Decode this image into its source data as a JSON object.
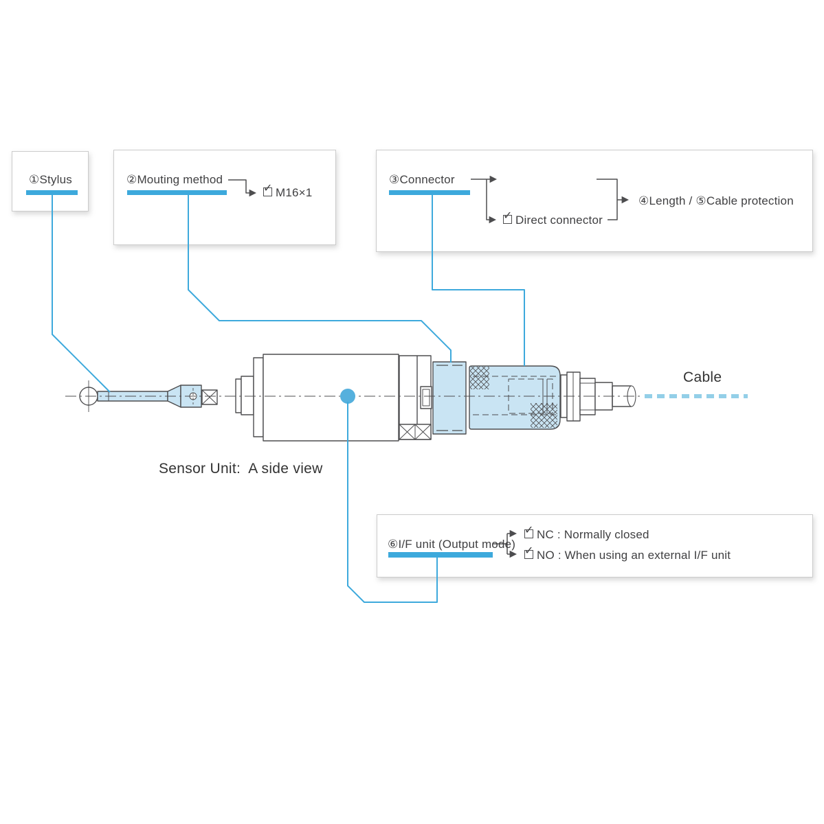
{
  "colors": {
    "accent": "#3da9dc",
    "part_fill": "#c9e4f3",
    "cable_dash": "#93cfe8",
    "dot": "#55b0dd",
    "line": "#4d4d4f",
    "text": "#3f3f41"
  },
  "icons": {
    "check": "✓"
  },
  "callouts": {
    "stylus": {
      "label": "①Stylus"
    },
    "mounting": {
      "label": "②Mouting method",
      "option": "M16×1"
    },
    "connector": {
      "label": "③Connector",
      "option": "Direct connector",
      "result": "④Length / ⑤Cable protection"
    },
    "if_unit": {
      "label": "⑥I/F unit (Output mode)",
      "options": [
        "NC : Normally closed",
        "NO : When using an external I/F unit"
      ]
    }
  },
  "drawing": {
    "caption": "Sensor Unit:  A side view",
    "cable_label": "Cable"
  }
}
